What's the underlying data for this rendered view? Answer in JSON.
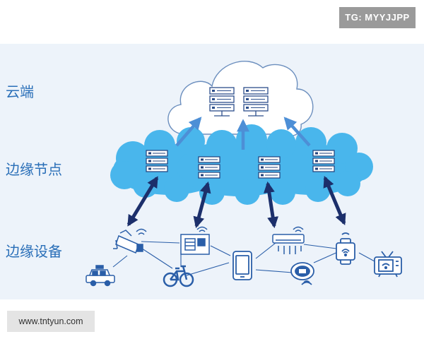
{
  "watermarks": {
    "top_right": "TG: MYYJJPP",
    "bottom_left": "www.tntyun.com"
  },
  "tiers": {
    "cloud": "云端",
    "edge_nodes": "边缘节点",
    "edge_devices": "边缘设备"
  },
  "colors": {
    "background_band": "#edf3fa",
    "cloud_outline": "#6c8fbe",
    "edge_cloud": "#49b6ec",
    "server_outline": "#2c4f8c",
    "up_arrow": "#4d8fd6",
    "bidirectional_arrow": "#1c2f6b",
    "device_outline": "#2a5ea8",
    "label_text": "#2a6fb8"
  },
  "devices": [
    {
      "icon": "camera-icon"
    },
    {
      "icon": "taxi-icon"
    },
    {
      "icon": "bicycle-icon"
    },
    {
      "icon": "building-icon"
    },
    {
      "icon": "smartphone-icon"
    },
    {
      "icon": "air-conditioner-icon"
    },
    {
      "icon": "robot-vacuum-icon"
    },
    {
      "icon": "smartwatch-icon"
    },
    {
      "icon": "smart-tv-icon"
    }
  ]
}
